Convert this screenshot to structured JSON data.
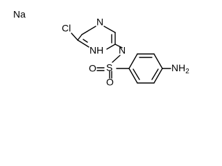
{
  "molecule": {
    "counterion": "Na",
    "atoms": {
      "chlorine": "Cl",
      "pyrazine_n_top": "N",
      "pyrazine_nh": "NH",
      "amide_n": "N",
      "sulfur": "S",
      "oxygen_left": "O",
      "oxygen_bottom": "O",
      "amino": "NH",
      "amino_subscript": "2"
    }
  }
}
